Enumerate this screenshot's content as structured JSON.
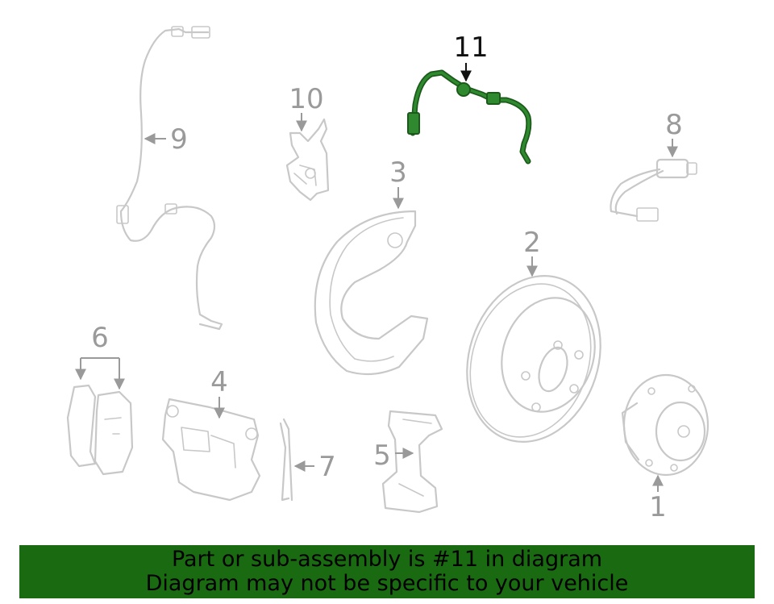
{
  "callouts": {
    "c1": "1",
    "c2": "2",
    "c3": "3",
    "c4": "4",
    "c5": "5",
    "c6": "6",
    "c7": "7",
    "c8": "8",
    "c9": "9",
    "c10": "10",
    "c11": "11"
  },
  "highlighted_part": "11",
  "colors": {
    "banner_bg": "#1a6a12",
    "highlight_hose": "#2f8a2f",
    "part_outline": "#c8c8c8",
    "callout_text": "#9a9a9a"
  },
  "banner": {
    "line1": "Part or sub-assembly is #11 in diagram",
    "line2": "Diagram may not be specific to your vehicle"
  }
}
